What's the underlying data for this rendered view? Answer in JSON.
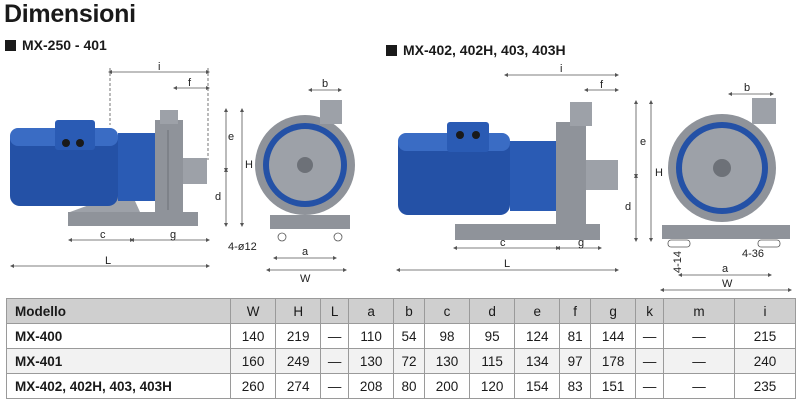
{
  "page_title": "Dimensioni",
  "model_groups": [
    {
      "label": "MX-250 - 401"
    },
    {
      "label": "MX-402, 402H, 403, 403H"
    }
  ],
  "drawing_labels": {
    "i": "i",
    "f": "f",
    "b": "b",
    "e": "e",
    "H": "H",
    "d": "d",
    "c": "c",
    "g": "g",
    "L": "L",
    "a": "a",
    "W": "W",
    "hole_small": "4-ø12",
    "hole_large_a": "4-14",
    "hole_large_b": "4-36"
  },
  "table": {
    "headers": [
      "Modello",
      "W",
      "H",
      "L",
      "a",
      "b",
      "c",
      "d",
      "e",
      "f",
      "g",
      "k",
      "m",
      "i"
    ],
    "rows": [
      [
        "MX-400",
        "140",
        "219",
        "—",
        "110",
        "54",
        "98",
        "95",
        "124",
        "81",
        "144",
        "—",
        "—",
        "215"
      ],
      [
        "MX-401",
        "160",
        "249",
        "—",
        "130",
        "72",
        "130",
        "115",
        "134",
        "97",
        "178",
        "—",
        "—",
        "240"
      ],
      [
        "MX-402, 402H, 403, 403H",
        "260",
        "274",
        "—",
        "208",
        "80",
        "200",
        "120",
        "154",
        "83",
        "151",
        "—",
        "—",
        "235"
      ]
    ]
  },
  "colors": {
    "motor": "#2451a6",
    "pump": "#8f939a",
    "dim_line": "#555555"
  }
}
